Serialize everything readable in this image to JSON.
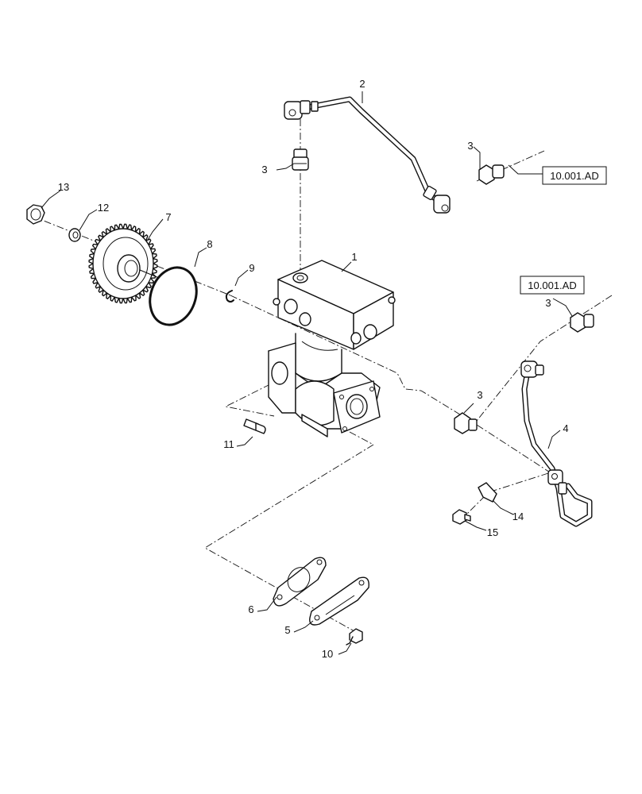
{
  "callouts": {
    "c1": "1",
    "c2": "2",
    "c3a": "3",
    "c3b": "3",
    "c3c": "3",
    "c3d": "3",
    "c4": "4",
    "c5": "5",
    "c6": "6",
    "c7": "7",
    "c8": "8",
    "c9": "9",
    "c10": "10",
    "c11": "11",
    "c12": "12",
    "c13": "13",
    "c14": "14",
    "c15": "15"
  },
  "references": {
    "ref_top": "10.001.AD",
    "ref_mid": "10.001.AD"
  }
}
